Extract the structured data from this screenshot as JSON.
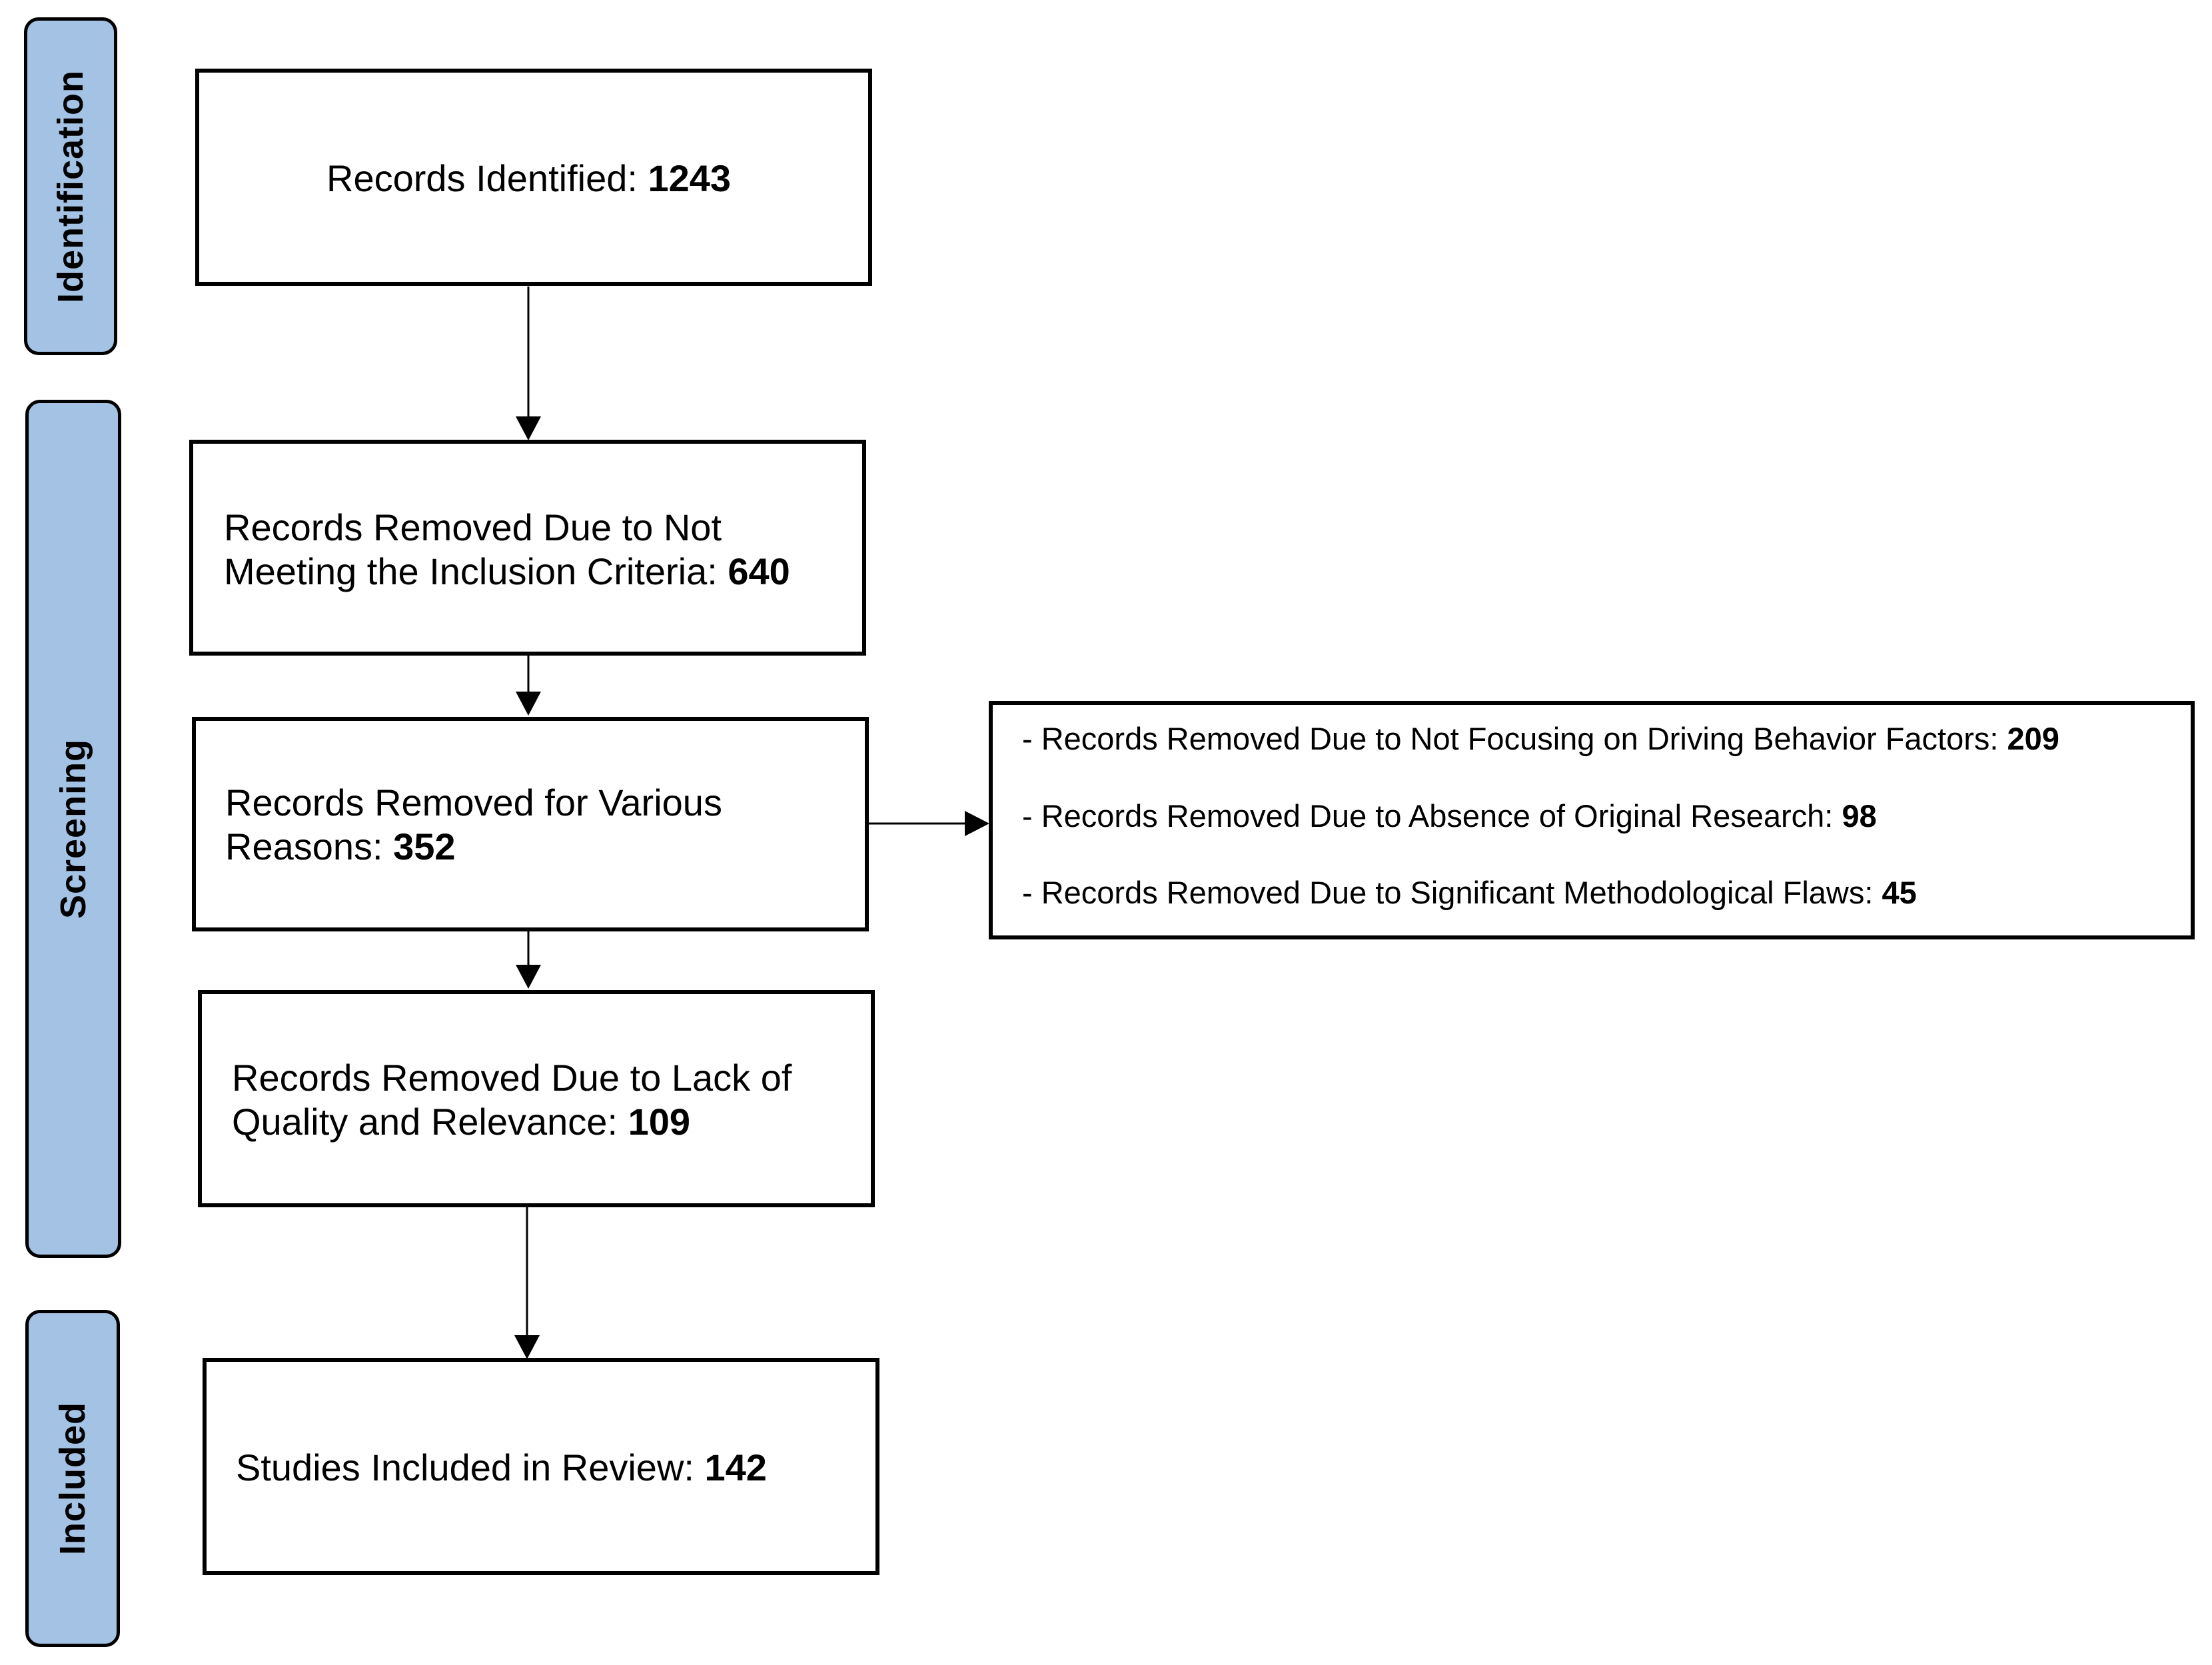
{
  "phases": [
    {
      "id": "identification",
      "label": "Identification"
    },
    {
      "id": "screening",
      "label": "Screening"
    },
    {
      "id": "included",
      "label": "Included"
    }
  ],
  "boxes": {
    "identified": {
      "text": "Records Identified: ",
      "count": "1243"
    },
    "inclusion": {
      "line1": "Records Removed Due to Not",
      "line2": "Meeting the Inclusion Criteria: ",
      "count": "640"
    },
    "various": {
      "line1": "Records Removed for Various",
      "line2": "Reasons: ",
      "count": "352"
    },
    "quality": {
      "line1": "Records Removed Due to Lack of",
      "line2": "Quality and Relevance: ",
      "count": "109"
    },
    "included": {
      "text": "Studies Included in Review: ",
      "count": "142"
    }
  },
  "reasons": [
    {
      "text": "- Records Removed Due to Not Focusing on Driving Behavior Factors: ",
      "count": "209"
    },
    {
      "text": "- Records Removed Due to Absence of Original Research: ",
      "count": "98"
    },
    {
      "text": "- Records Removed Due to Significant Methodological Flaws: ",
      "count": "45"
    }
  ]
}
